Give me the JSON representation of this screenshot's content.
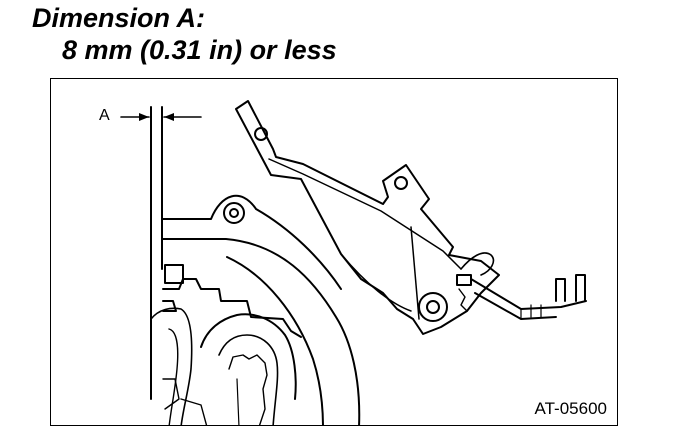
{
  "spec": {
    "line1": "Dimension A:",
    "line2": "8 mm (0.31 in) or less"
  },
  "figure": {
    "callout_label": "A",
    "code": "AT-05600"
  }
}
